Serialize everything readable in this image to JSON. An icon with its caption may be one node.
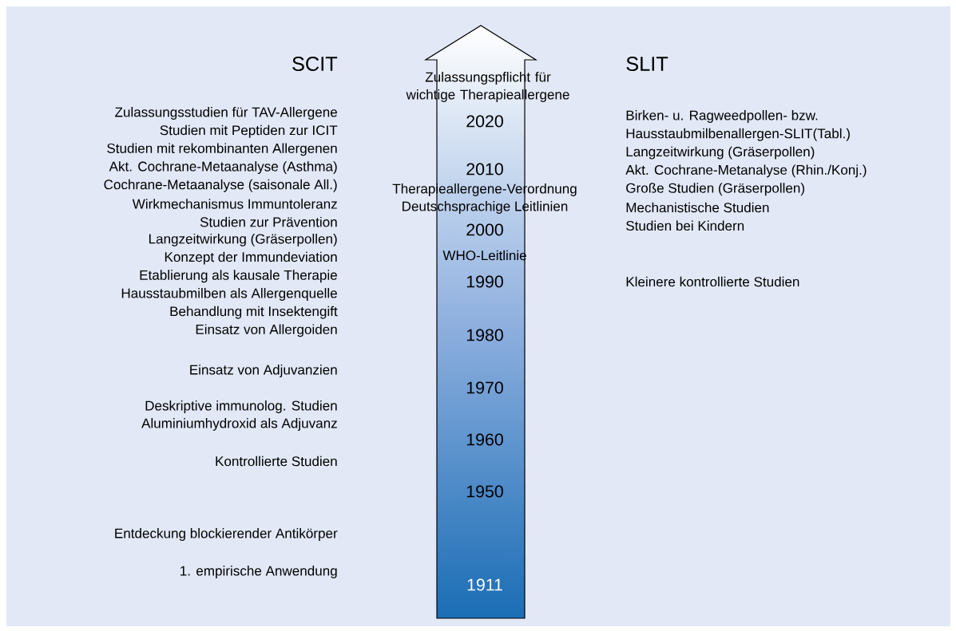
{
  "diagram": {
    "nodes": [
      {
        "text": [
          "2020",
          "2010",
          "2000",
          "1990",
          "1980",
          "1970",
          "1960",
          "1950",
          "1911"
        ]
      }
    ],
    "labels": [
      "SCIT",
      "SLIT",
      "Zulassungspflicht für wichtige Therapieallergene",
      "Therapieallergene-Verordnung",
      "Deutschsprachige Leitlinien",
      "WHO-Leitlinie",
      "Zulassungsstudien für TAV-Allergene",
      "Studien mit Peptiden zur ICIT",
      "Studien mit rekombinanten Allergenen",
      "Akt. Cochrane-Metaanalyse (Asthma)",
      "Cochrane-Metaanalyse (saisonale All.)",
      "Wirkmechanismus Immuntoleranz",
      "Studien zur Prävention",
      "Langzeitwirkung (Gräserpollen)",
      "Konzept der Immundeviation",
      "Etablierung als kausale Therapie",
      "Hausstaubmilben als Allergenquelle",
      "Behandlung mit Insektengift",
      "Einsatz von Allergoiden",
      "Einsatz von Adjuvanzien",
      "Deskriptive immunolog. Studien",
      "Aluminiumhydroxid als Adjuvanz",
      "Kontrollierte Studien",
      "Entdeckung blockierender Antikörper",
      "1. empirische Anwendung",
      "Birken- u. Ragweedpollen- bzw.",
      "Hausstaubmilbenallergen-SLIT(Tabl.)",
      "Langzeitwirkung (Gräserpollen)",
      "Akt. Cochrane-Metanalyse (Rhin./Konj.)",
      "Große Studien (Gräserpollen)",
      "Mechanistische Studien",
      "Studien bei Kindern",
      "Kleinere kontrollierte Studien"
    ]
  }
}
